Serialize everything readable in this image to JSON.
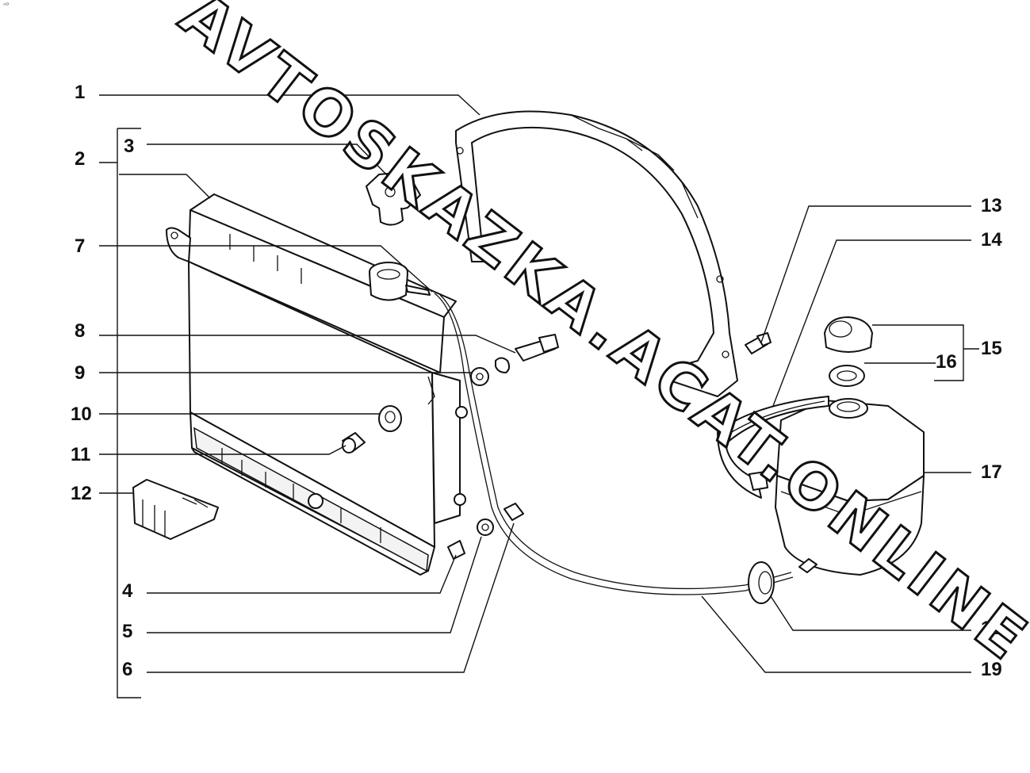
{
  "corner_mark": "ᴬᴰ",
  "watermark": "AVTOSKAZKA.ACAT.ONLINE",
  "callouts": {
    "c1": "1",
    "c2": "2",
    "c3": "3",
    "c4": "4",
    "c5": "5",
    "c6": "6",
    "c7": "7",
    "c8": "8",
    "c9": "9",
    "c10": "10",
    "c11": "11",
    "c12": "12",
    "c13": "13",
    "c14": "14",
    "c15": "15",
    "c16": "16",
    "c17": "17",
    "c18": "18",
    "c19": "19"
  },
  "colors": {
    "line": "#111111",
    "background": "#ffffff"
  }
}
